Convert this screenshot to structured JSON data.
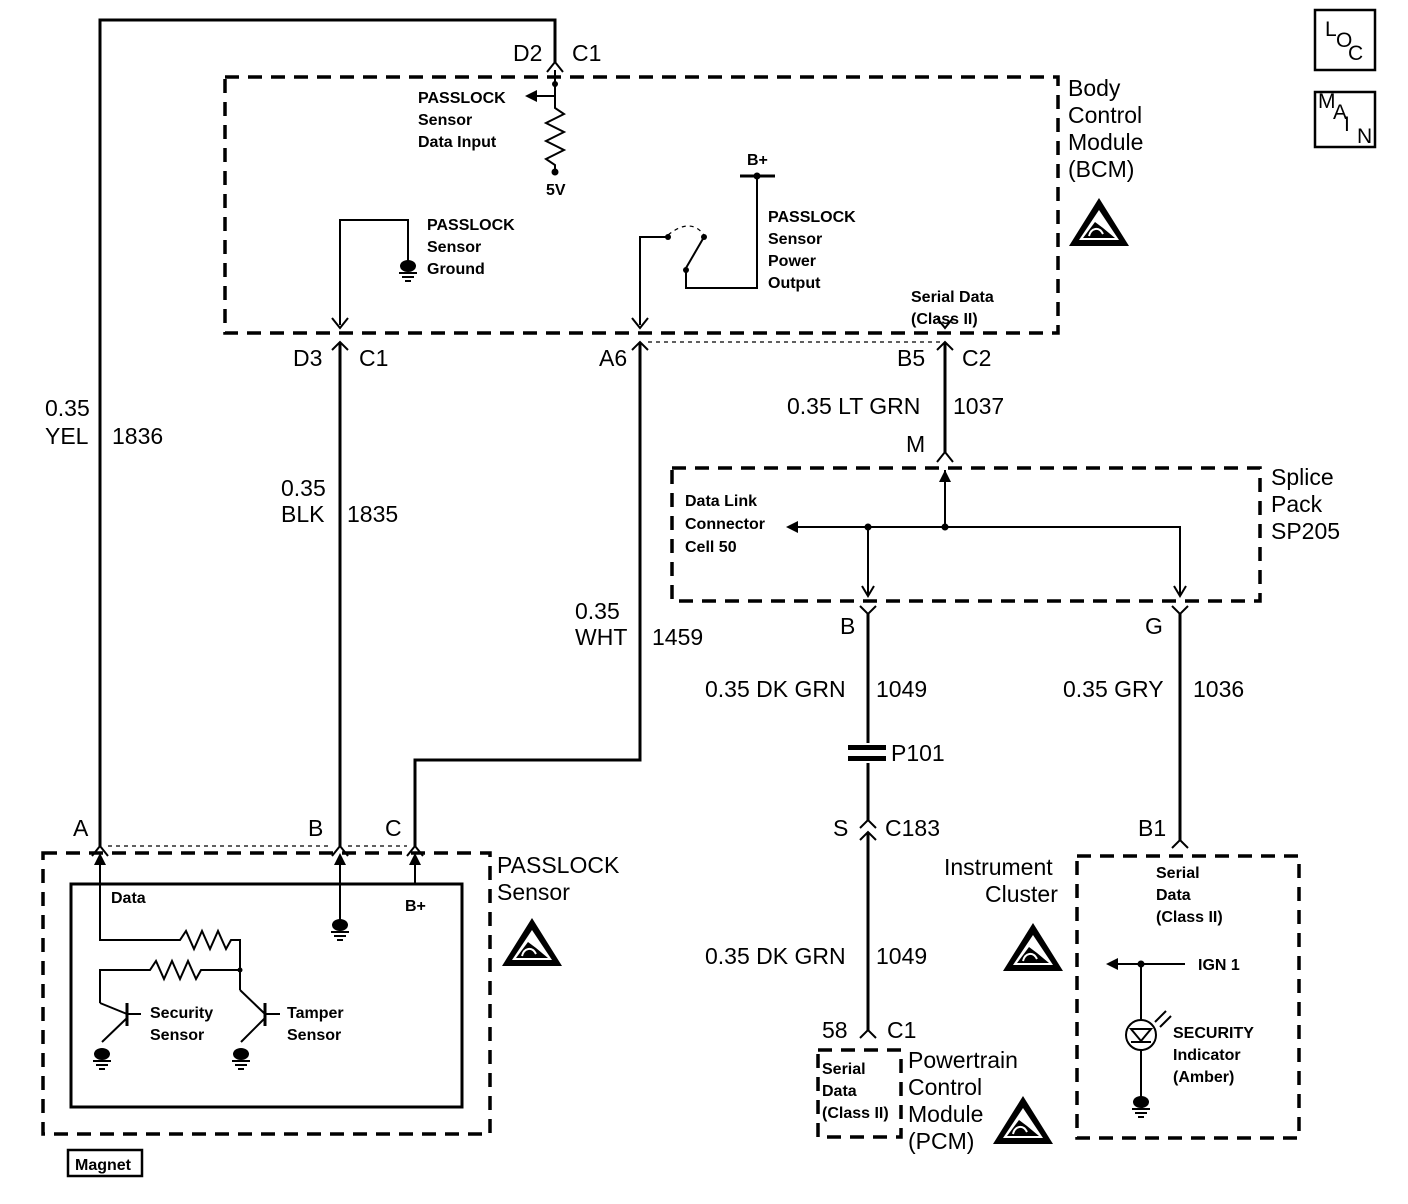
{
  "nav": {
    "loc_button": [
      "L",
      "O",
      "C"
    ],
    "main_button": [
      "M",
      "A",
      "I",
      "N"
    ]
  },
  "bcm": {
    "title": [
      "Body",
      "Control",
      "Module",
      "(BCM)"
    ],
    "data_input": [
      "PASSLOCK",
      "Sensor",
      "Data Input"
    ],
    "five_volt": "5V",
    "ground": [
      "PASSLOCK",
      "Sensor",
      "Ground"
    ],
    "bplus": "B+",
    "power_output": [
      "PASSLOCK",
      "Sensor",
      "Power",
      "Output"
    ],
    "serial_data": [
      "Serial Data",
      "(Class II)"
    ]
  },
  "connectors": {
    "d2": "D2",
    "c1_top": "C1",
    "d3": "D3",
    "c1_d3": "C1",
    "a6": "A6",
    "b5": "B5",
    "c2": "C2",
    "m": "M",
    "b": "B",
    "g": "G",
    "s": "S",
    "c183": "C183",
    "p101": "P101",
    "b1": "B1",
    "pin58": "58",
    "c1_pcm": "C1",
    "sensor_a": "A",
    "sensor_b": "B",
    "sensor_c": "C"
  },
  "wires": {
    "yel": [
      "0.35",
      "YEL",
      "1836"
    ],
    "blk": [
      "0.35",
      "BLK",
      "1835"
    ],
    "wht": [
      "0.35",
      "WHT",
      "1459"
    ],
    "ltgrn": [
      "0.35 LT GRN",
      "1037"
    ],
    "dkgrn1": [
      "0.35 DK GRN",
      "1049"
    ],
    "gry": [
      "0.35 GRY",
      "1036"
    ],
    "dkgrn2": [
      "0.35 DK GRN",
      "1049"
    ]
  },
  "splice": {
    "title": [
      "Splice",
      "Pack",
      "SP205"
    ],
    "dlc": [
      "Data Link",
      "Connector",
      "Cell 50"
    ]
  },
  "passlock": {
    "title": [
      "PASSLOCK",
      "Sensor"
    ],
    "data": "Data",
    "bplus": "B+",
    "security": [
      "Security",
      "Sensor"
    ],
    "tamper": [
      "Tamper",
      "Sensor"
    ],
    "magnet": "Magnet"
  },
  "cluster": {
    "title": [
      "Instrument",
      "Cluster"
    ],
    "serial": [
      "Serial",
      "Data",
      "(Class II)"
    ],
    "ign": "IGN 1",
    "indicator": [
      "SECURITY",
      "Indicator",
      "(Amber)"
    ]
  },
  "pcm": {
    "title": [
      "Powertrain",
      "Control",
      "Module",
      "(PCM)"
    ],
    "serial": [
      "Serial",
      "Data",
      "(Class II)"
    ]
  }
}
